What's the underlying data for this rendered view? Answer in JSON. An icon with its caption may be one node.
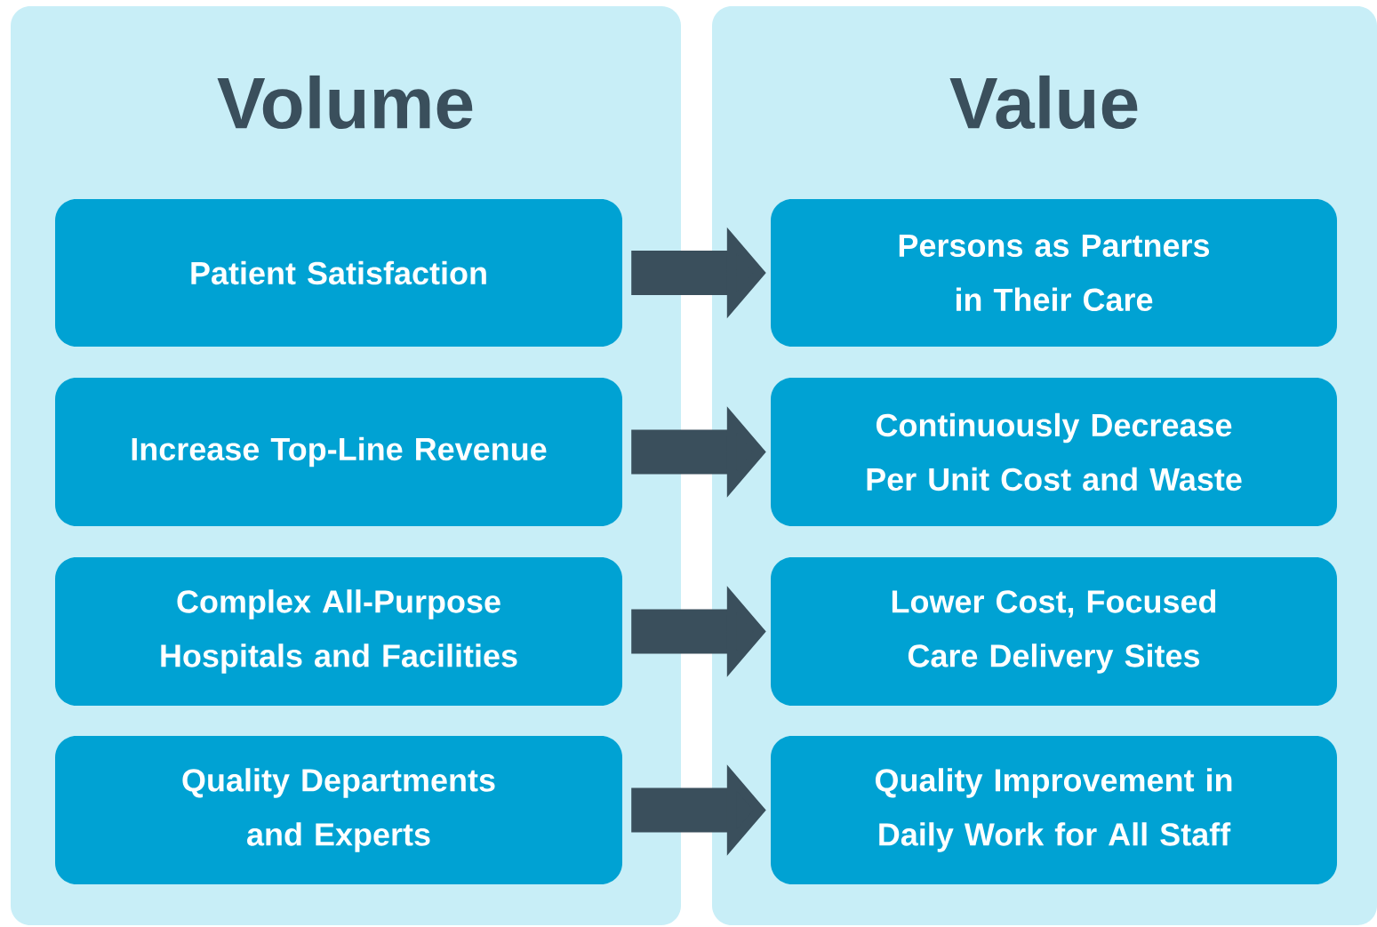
{
  "diagram": {
    "nodes": [
      {
        "text": [
          "Volume"
        ]
      },
      {
        "text": [
          "Patient Satisfaction"
        ],
        "in": 0
      },
      {
        "text": [
          "Increase Top-Line Revenue"
        ],
        "in": 0
      },
      {
        "text": [
          "Complex All-Purpose Hospitals and Facilities"
        ],
        "in": 0
      },
      {
        "text": [
          "Quality Departments and Experts"
        ],
        "in": 0
      },
      {
        "text": [
          "Value"
        ]
      },
      {
        "text": [
          "Persons as Partners in Their Care"
        ],
        "in": 5
      },
      {
        "text": [
          "Continuously Decrease Per Unit Cost and Waste"
        ],
        "in": 5
      },
      {
        "text": [
          "Lower Cost, Focused Care Delivery Sites"
        ],
        "in": 5
      },
      {
        "text": [
          "Quality Improvement in Daily Work for All Staff"
        ],
        "in": 5
      }
    ],
    "edges": [
      {
        "from": 1,
        "to": 6,
        "arrow": "to"
      },
      {
        "from": 2,
        "to": 7,
        "arrow": "to"
      },
      {
        "from": 3,
        "to": 8,
        "arrow": "to"
      },
      {
        "from": 4,
        "to": 9,
        "arrow": "to"
      }
    ]
  }
}
